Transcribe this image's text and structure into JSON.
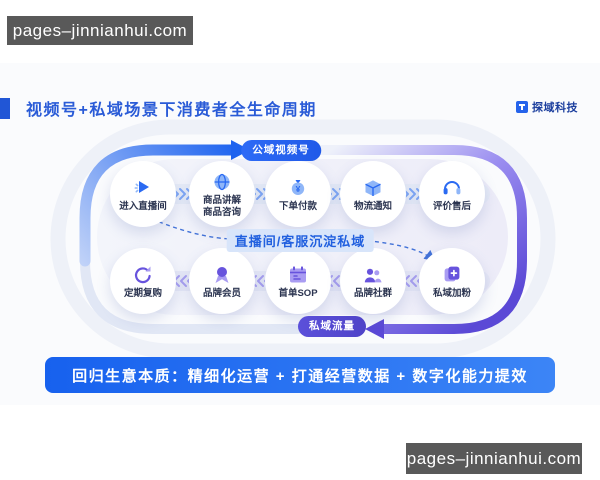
{
  "watermarks": {
    "top_left": "pages–jinnianhui.com",
    "bottom_right": "pages–jinnianhui.com"
  },
  "header": {
    "title": "视频号+私域场景下消费者全生命周期",
    "brand": "探域科技"
  },
  "diagram": {
    "public_pill": "公域视频号",
    "private_pill": "私域流量",
    "mid_label": "直播间/客服沉淀私域",
    "top_flow": [
      {
        "id": "enter-live",
        "icon": "enter-live-icon",
        "lines": [
          "进入直播间"
        ]
      },
      {
        "id": "product-consult",
        "icon": "product-consult-icon",
        "lines": [
          "商品讲解",
          "商品咨询"
        ]
      },
      {
        "id": "order-pay",
        "icon": "order-pay-icon",
        "lines": [
          "下单付款"
        ]
      },
      {
        "id": "logistics-notice",
        "icon": "logistics-notice-icon",
        "lines": [
          "物流通知"
        ]
      },
      {
        "id": "review-aftersale",
        "icon": "review-aftersale-icon",
        "lines": [
          "评价售后"
        ]
      }
    ],
    "bottom_flow": [
      {
        "id": "repurchase",
        "icon": "repurchase-icon",
        "lines": [
          "定期复购"
        ]
      },
      {
        "id": "brand-member",
        "icon": "brand-member-icon",
        "lines": [
          "品牌会员"
        ]
      },
      {
        "id": "first-order-sop",
        "icon": "first-order-sop-icon",
        "lines": [
          "首单SOP"
        ]
      },
      {
        "id": "brand-community",
        "icon": "brand-community-icon",
        "lines": [
          "品牌社群"
        ]
      },
      {
        "id": "private-addfan",
        "icon": "private-addfan-icon",
        "lines": [
          "私域加粉"
        ]
      }
    ]
  },
  "footer": {
    "banner": "回归生意本质：精细化运营 + 打通经营数据 + 数字化能力提效"
  },
  "colors": {
    "accent_blue": "#2563eb",
    "accent_purple": "#5a49d6",
    "pill_public_bg": "#2e6bf6",
    "pill_private_bg": "#564ccd",
    "mid_label_bg": "#d8e5fa",
    "mid_label_text": "#2160df",
    "banner_bg": "#1f6bf0",
    "watermark_bg": "#595959",
    "title_text": "#2a5bd7",
    "node_bg": "#ffffff"
  }
}
